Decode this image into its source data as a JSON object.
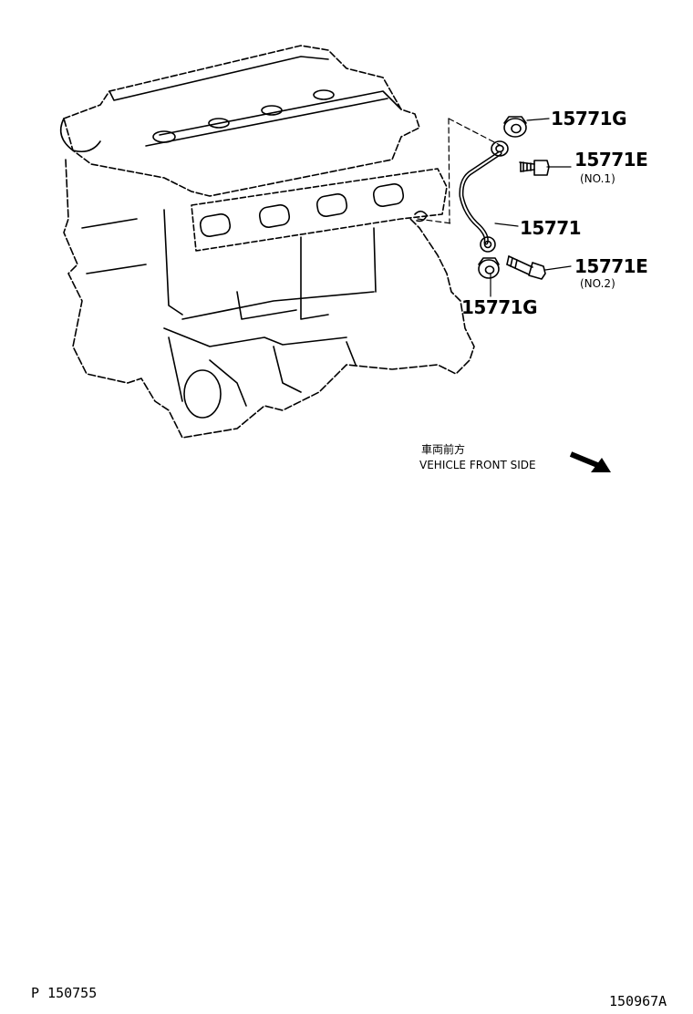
{
  "callouts": {
    "g_top": "15771G",
    "e_top": "15771E",
    "e_top_sub": "(NO.1)",
    "pipe": "15771",
    "e_bottom": "15771E",
    "e_bottom_sub": "(NO.2)",
    "g_bottom": "15771G"
  },
  "orientation": {
    "label_jp": "車両前方",
    "label_en": "VEHICLE FRONT SIDE",
    "arrow_icon": "arrow-down-right-icon"
  },
  "footer": {
    "left_code": "P  150755",
    "right_code": "150967A"
  }
}
